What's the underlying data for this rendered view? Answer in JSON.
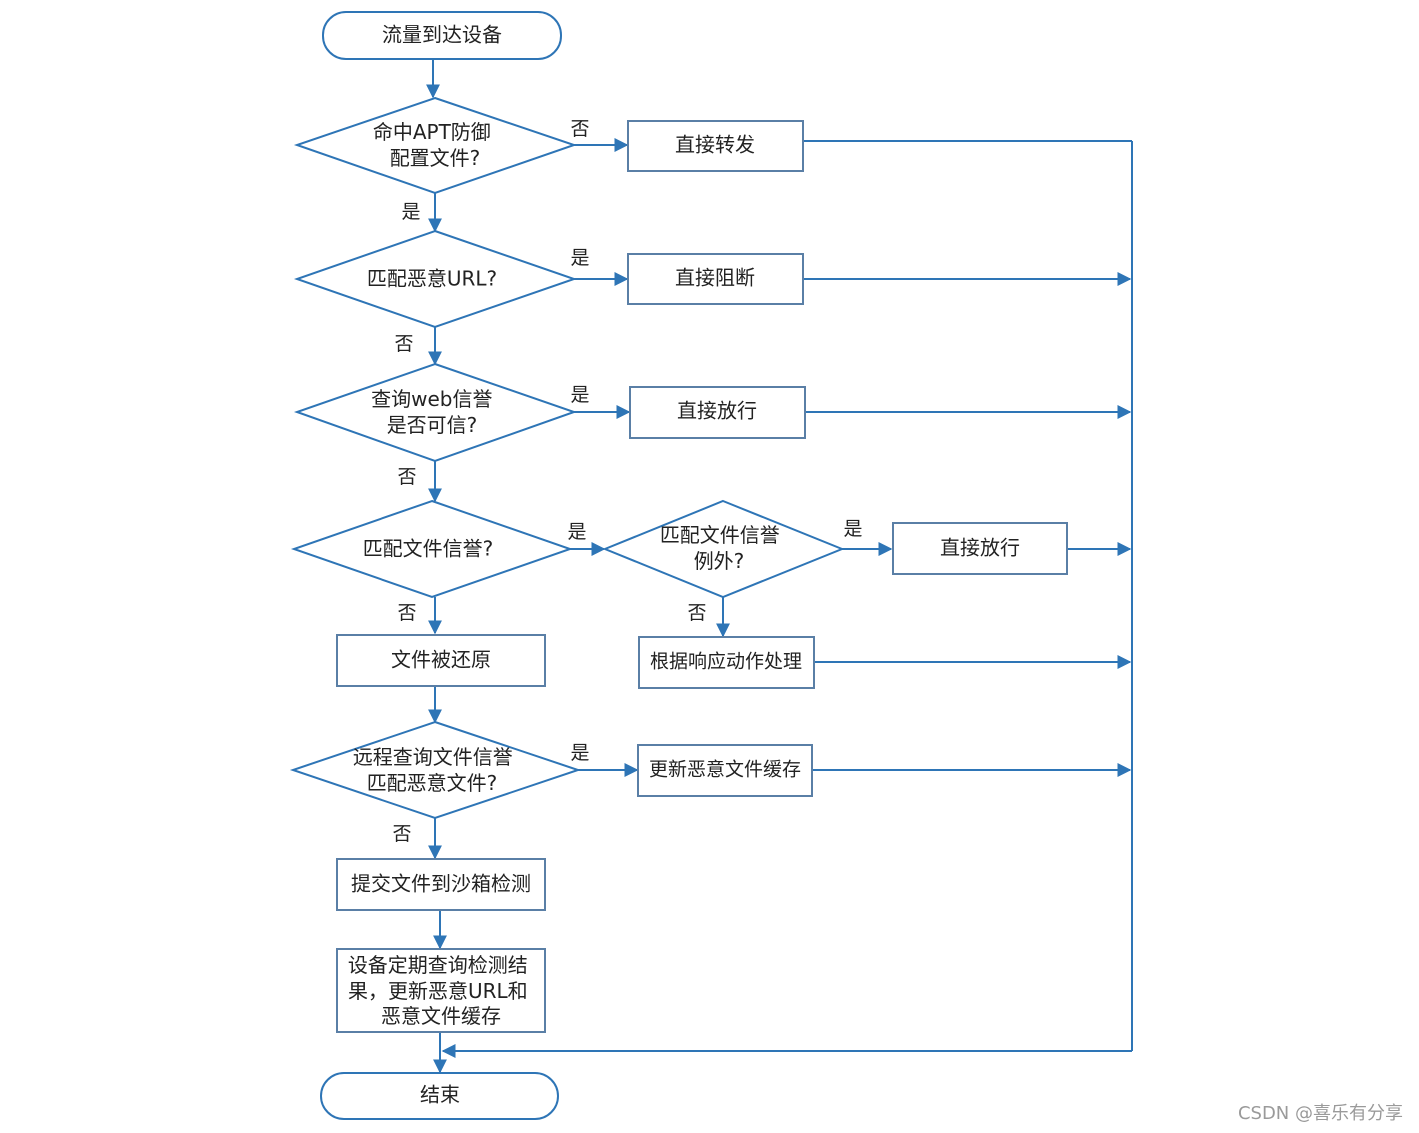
{
  "nodes": {
    "start": "流量到达设备",
    "d_apt": [
      "命中APT防御",
      "配置文件?"
    ],
    "p_forward": "直接转发",
    "d_url": "匹配恶意URL?",
    "p_block": "直接阻断",
    "d_web": [
      "查询web信誉",
      "是否可信?"
    ],
    "p_pass1": "直接放行",
    "d_file": "匹配文件信誉?",
    "d_exception": [
      "匹配文件信誉",
      "例外?"
    ],
    "p_pass2": "直接放行",
    "p_restore": "文件被还原",
    "p_action": "根据响应动作处理",
    "d_remote": [
      "远程查询文件信誉",
      "匹配恶意文件?"
    ],
    "p_cache": "更新恶意文件缓存",
    "p_sandbox": "提交文件到沙箱检测",
    "p_query": [
      "设备定期查询检测结",
      "果，更新恶意URL和",
      "恶意文件缓存"
    ],
    "end": "结束"
  },
  "labels": {
    "yes": "是",
    "no": "否"
  },
  "watermark": "CSDN @喜乐有分享",
  "colors": {
    "line": "#2e75b6",
    "box_border": "#5a7fa6",
    "text": "#222222"
  }
}
